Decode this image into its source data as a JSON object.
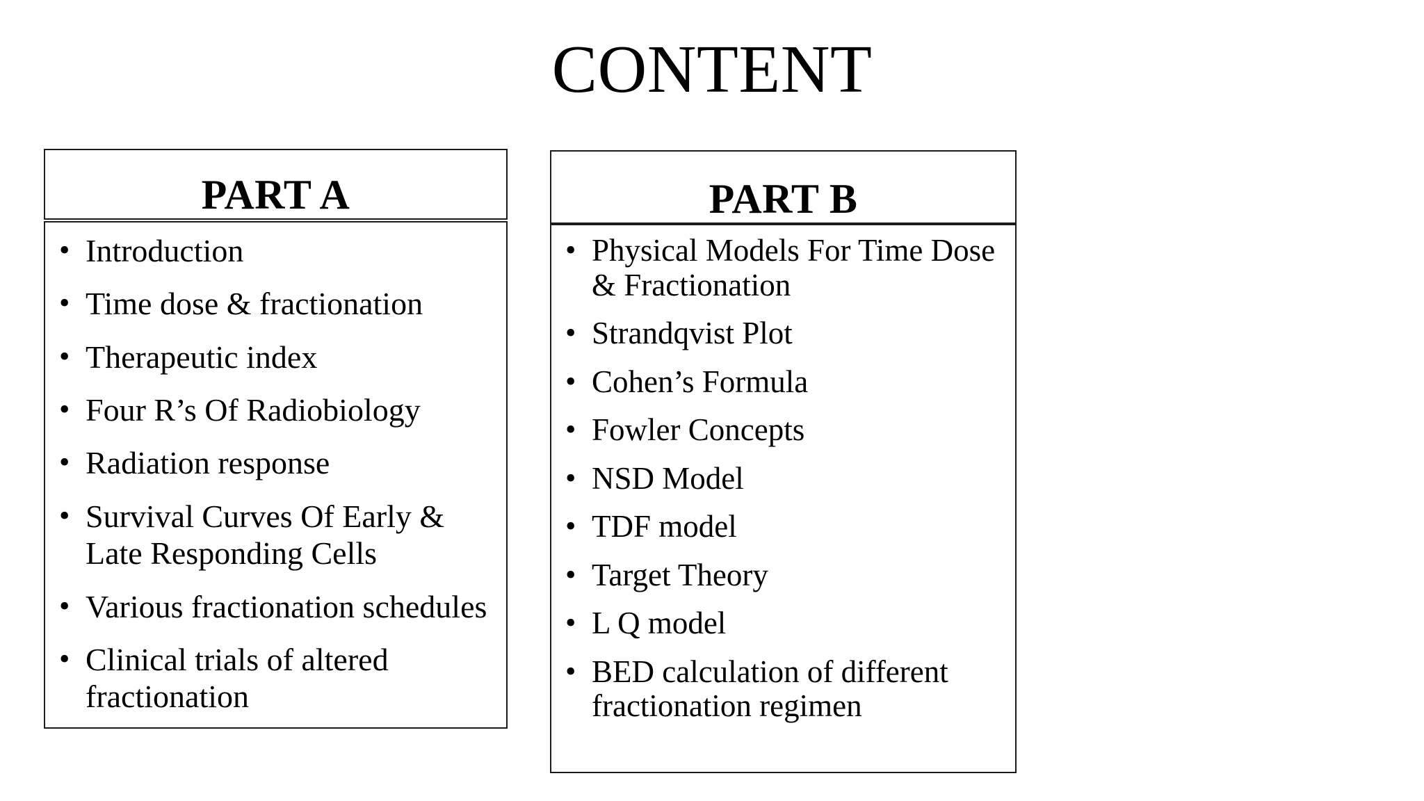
{
  "slide": {
    "title": "CONTENT",
    "background_color": "#ffffff",
    "text_color": "#000000",
    "border_color": "#1a1a1a"
  },
  "panels": [
    {
      "id": "part-a",
      "header": "PART A",
      "bullet_glyph": "•",
      "items": [
        "Introduction",
        "Time dose & fractionation",
        "Therapeutic index",
        "Four R’s Of Radiobiology",
        "Radiation response",
        "Survival Curves Of Early & Late Responding Cells",
        "Various fractionation schedules",
        "Clinical trials of altered fractionation"
      ]
    },
    {
      "id": "part-b",
      "header": "PART B",
      "bullet_glyph": "•",
      "items": [
        "Physical Models For Time Dose & Fractionation",
        "Strandqvist Plot",
        "Cohen’s Formula",
        "Fowler Concepts",
        "NSD Model",
        "TDF model",
        "Target Theory",
        "L Q model",
        "BED calculation of different fractionation regimen"
      ]
    }
  ]
}
